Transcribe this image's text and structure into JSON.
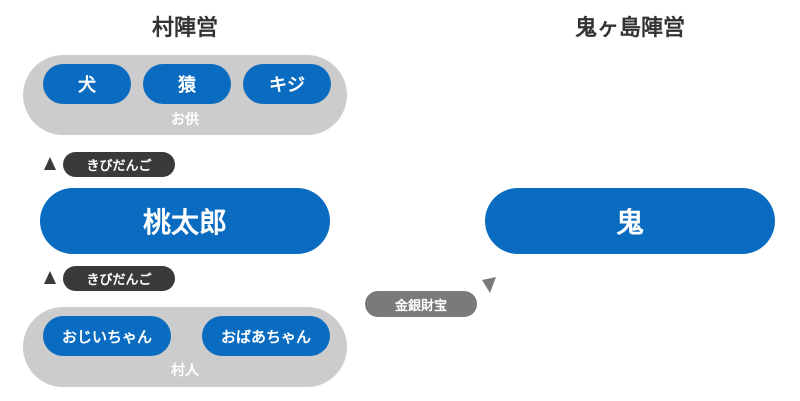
{
  "village": {
    "heading": "村陣営",
    "companions": {
      "label": "お供",
      "members": [
        "犬",
        "猿",
        "キジ"
      ]
    },
    "hero": "桃太郎",
    "gift_up": "きびだんご",
    "gift_down": "きびだんご",
    "villagers": {
      "label": "村人",
      "members": [
        "おじいちゃん",
        "おばあちゃん"
      ]
    }
  },
  "oni": {
    "heading": "鬼ヶ島陣営",
    "main": "鬼"
  },
  "transfer": {
    "label": "金銀財宝"
  },
  "colors": {
    "blue": "#0a6cc0",
    "group": "#cdcccd",
    "dark_tag": "#3a3a3a",
    "gray_tag": "#7a7a7a"
  }
}
